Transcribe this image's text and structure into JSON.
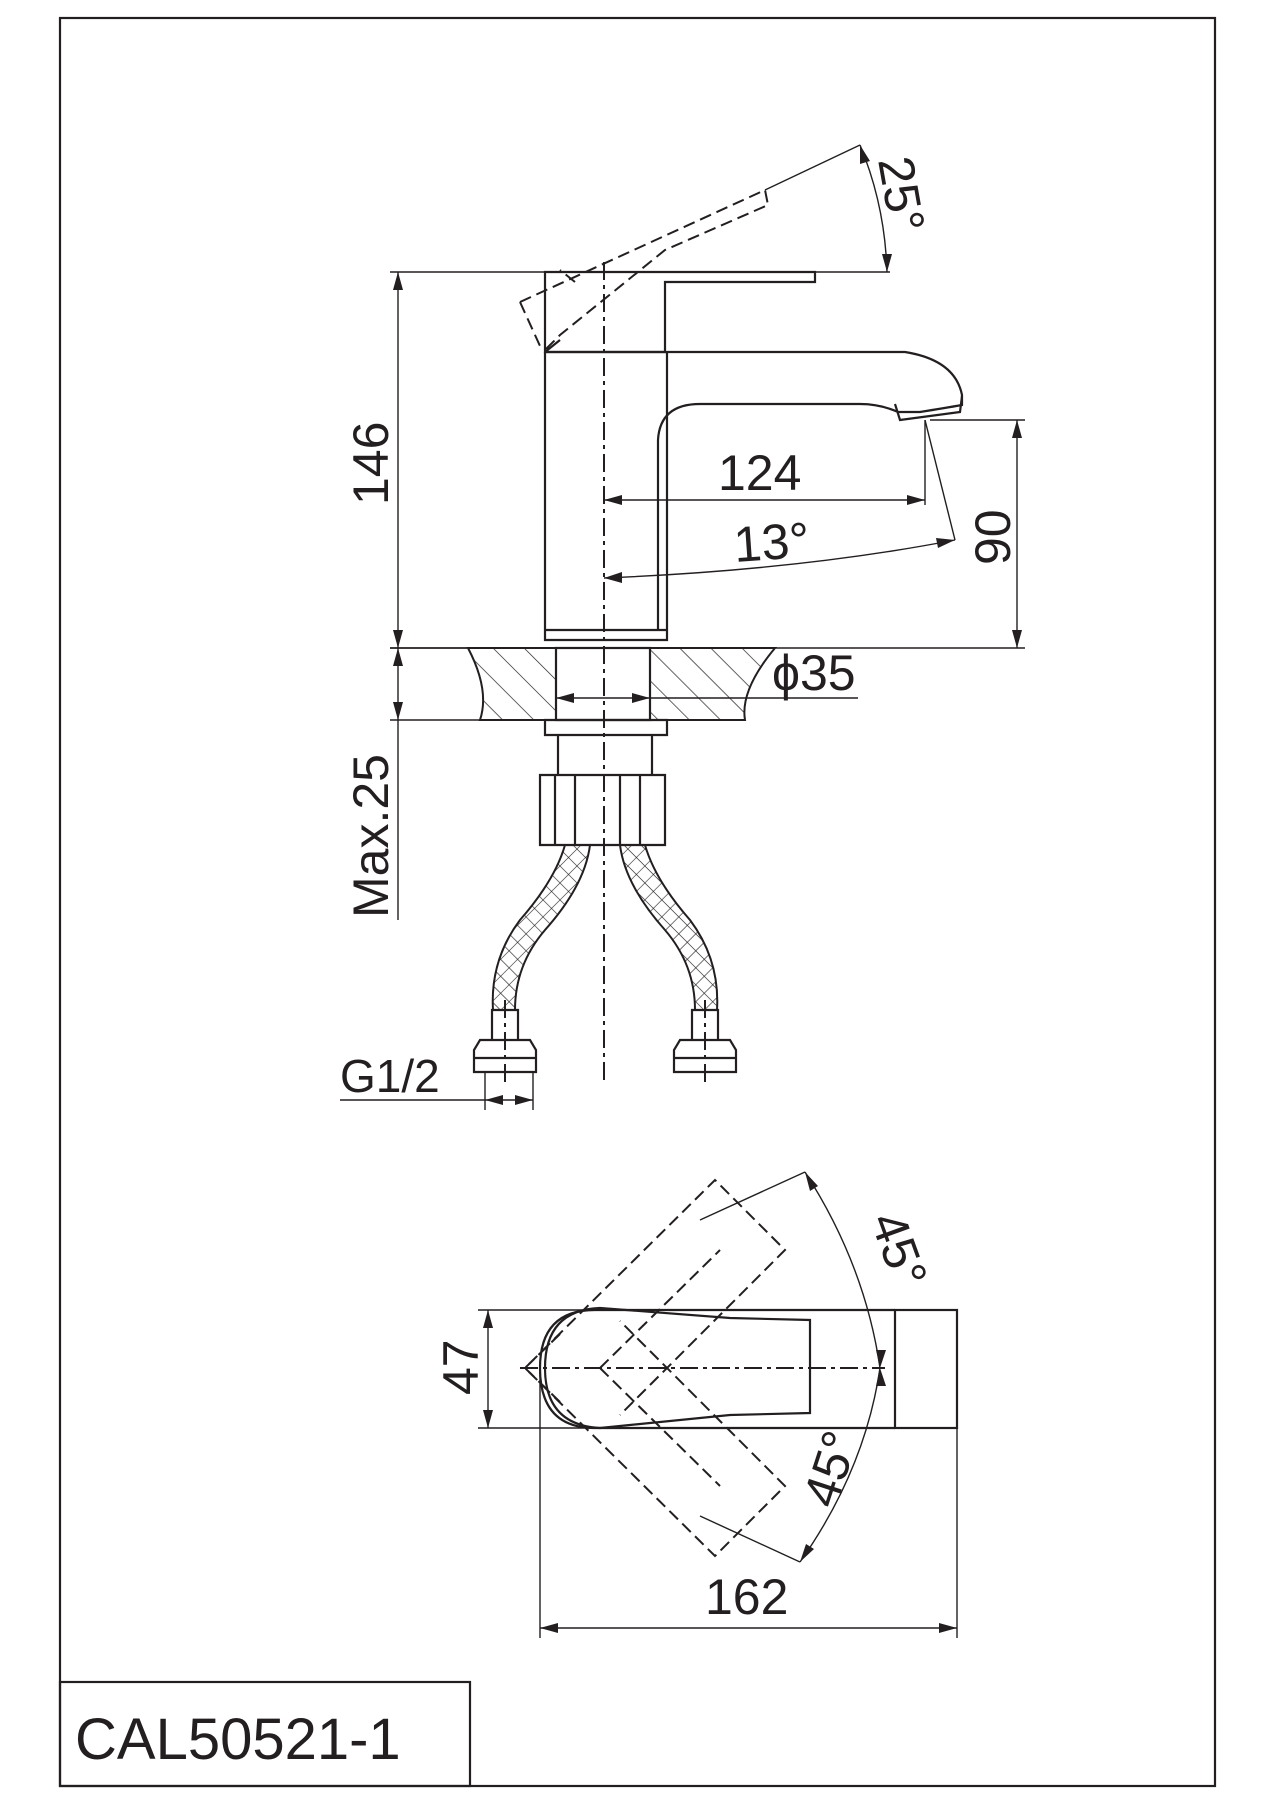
{
  "drawing": {
    "model_code": "CAL50521-1",
    "side_view": {
      "height_total": "146",
      "spout_reach": "124",
      "spout_height": "90",
      "spout_angle": "13°",
      "handle_angle": "25°",
      "hole_diameter": "ϕ35",
      "max_thickness": "Max.25",
      "thread": "G1/2"
    },
    "top_view": {
      "width": "47",
      "length": "162",
      "rotation_upper": "45°",
      "rotation_lower": "45°"
    }
  }
}
